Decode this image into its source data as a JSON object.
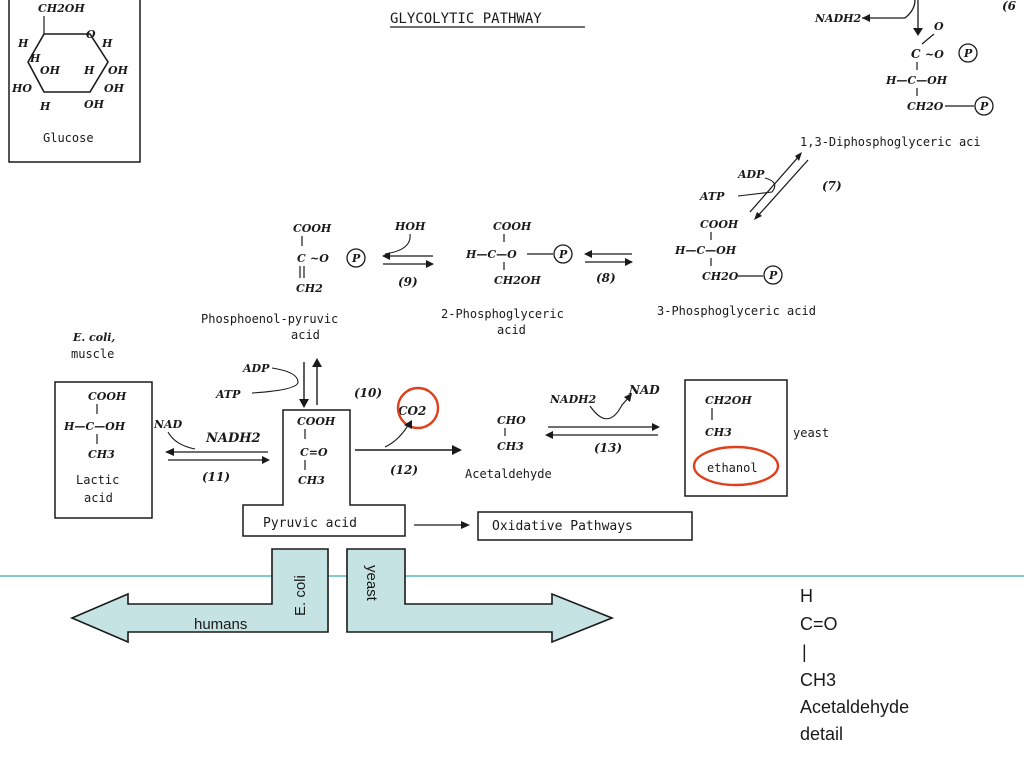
{
  "title": "GLYCOLYTIC PATHWAY",
  "glucose": {
    "label": "Glucose",
    "ch2oh": "CH2OH",
    "atoms": [
      "H",
      "H",
      "O",
      "H",
      "OH",
      "H",
      "OH",
      "HO",
      "OH",
      "H",
      "OH"
    ]
  },
  "diphospho": {
    "label": "1,3-Diphosphoglyceric aci",
    "nadh2": "NADH2",
    "six": "(6",
    "o": "O",
    "c": "C",
    "p": "P",
    "hcoh": "H—C—OH",
    "ch2o": "CH2O",
    "bond": "~O"
  },
  "step7": {
    "adp": "ADP",
    "atp": "ATP",
    "num": "(7)"
  },
  "pga3": {
    "label": "3-Phosphoglyceric acid",
    "cooh": "COOH",
    "hcoh": "H—C—OH",
    "ch2o": "CH2O"
  },
  "step8": {
    "num": "(8)"
  },
  "pga2": {
    "label1": "2-Phosphoglyceric",
    "label2": "acid",
    "cooh": "COOH",
    "hco": "H—C—O",
    "ch2oh": "CH2OH"
  },
  "step9": {
    "hoh": "HOH",
    "num": "(9)"
  },
  "pep": {
    "label1": "Phosphoenol-pyruvic",
    "label2": "acid",
    "cooh": "COOH",
    "c": "C",
    "ch2": "CH2",
    "bond": "~O"
  },
  "lactic": {
    "organism1": "E. coli,",
    "organism2": "muscle",
    "cooh": "COOH",
    "hcoh": "H—C—OH",
    "ch3": "CH3",
    "label1": "Lactic",
    "label2": "acid"
  },
  "step11": {
    "nad": "NAD",
    "nadh2": "NADH2",
    "num": "(11)"
  },
  "pyruvic": {
    "adp": "ADP",
    "atp": "ATP",
    "cooh": "COOH",
    "c": "C=O",
    "ch3": "CH3",
    "label": "Pyruvic acid"
  },
  "step10": {
    "num": "(10)",
    "co2": "CO2"
  },
  "step12": {
    "num": "(12)"
  },
  "acetaldehyde": {
    "cho": "CHO",
    "ch3": "CH3",
    "label": "Acetaldehyde"
  },
  "step13": {
    "nadh2": "NADH2",
    "nad": "NAD",
    "num": "(13)"
  },
  "ethanol": {
    "ch2oh": "CH2OH",
    "ch3": "CH3",
    "label": "ethanol",
    "organism": "yeast"
  },
  "oxidative": {
    "label": "Oxidative Pathways"
  },
  "arrows": {
    "humans": "humans",
    "ecoli": "E. coli",
    "yeast": "yeast"
  },
  "detail": {
    "line1": "H",
    "line2": "C=O",
    "line3": "|",
    "line4": "CH3",
    "line5": "Acetaldehyde",
    "line6": "detail"
  },
  "colors": {
    "highlight": "#e0401c",
    "arrow_fill": "#c5e3e2",
    "rule": "#5bb7c2",
    "ink": "#1a1a1a"
  }
}
